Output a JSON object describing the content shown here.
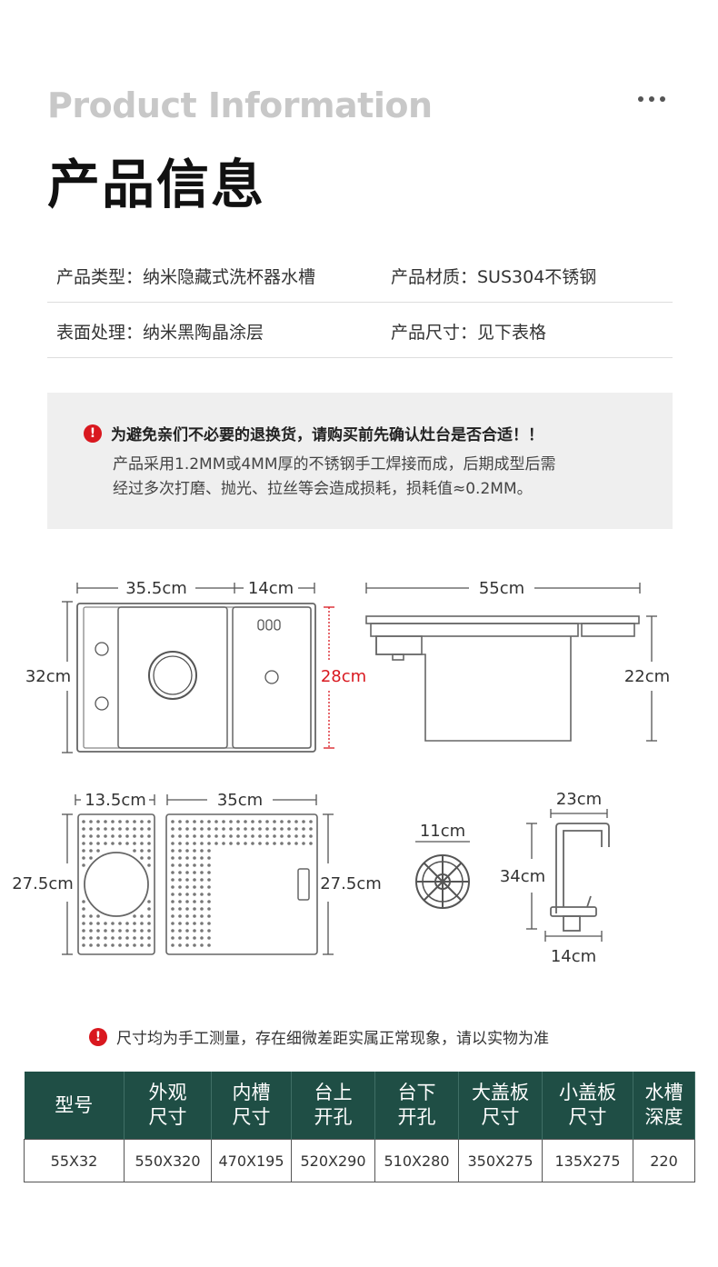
{
  "header": {
    "title_en": "Product Information",
    "title_cn": "产品信息"
  },
  "info": {
    "rows": [
      {
        "left": "产品类型：纳米隐藏式洗杯器水槽",
        "right": "产品材质：SUS304不锈钢"
      },
      {
        "left": "表面处理：纳米黑陶晶涂层",
        "right": "产品尺寸：见下表格"
      }
    ]
  },
  "notice": {
    "icon": "exclamation-icon",
    "heading": "为避免亲们不必要的退换货，请购买前先确认灶台是否合适！！",
    "line1": "产品采用1.2MM或4MM厚的不锈钢手工焊接而成，后期成型后需",
    "line2": "经过多次打磨、抛光、拉丝等会造成损耗，损耗值≈0.2MM。"
  },
  "diagram": {
    "top_width_left": "35.5cm",
    "top_width_right": "14cm",
    "height_outer": "32cm",
    "height_inner": "28cm",
    "side_width": "55cm",
    "side_depth": "22cm",
    "cover_small_width": "13.5cm",
    "cover_large_width": "35cm",
    "cover_height_left": "27.5cm",
    "cover_height_right": "27.5cm",
    "rinser_width": "11cm",
    "faucet_reach": "23cm",
    "faucet_height": "34cm",
    "faucet_base": "14cm",
    "accent_color": "#d9181f"
  },
  "note": "尺寸均为手工测量，存在细微差距实属正常现象，请以实物为准",
  "table": {
    "headers": [
      [
        "型号",
        ""
      ],
      [
        "外观",
        "尺寸"
      ],
      [
        "内槽",
        "尺寸"
      ],
      [
        "台上",
        "开孔"
      ],
      [
        "台下",
        "开孔"
      ],
      [
        "大盖板",
        "尺寸"
      ],
      [
        "小盖板",
        "尺寸"
      ],
      [
        "水槽",
        "深度"
      ]
    ],
    "row": [
      "55X32",
      "550X320",
      "470X195",
      "520X290",
      "510X280",
      "350X275",
      "135X275",
      "220"
    ],
    "header_color": "#1f4e45"
  }
}
